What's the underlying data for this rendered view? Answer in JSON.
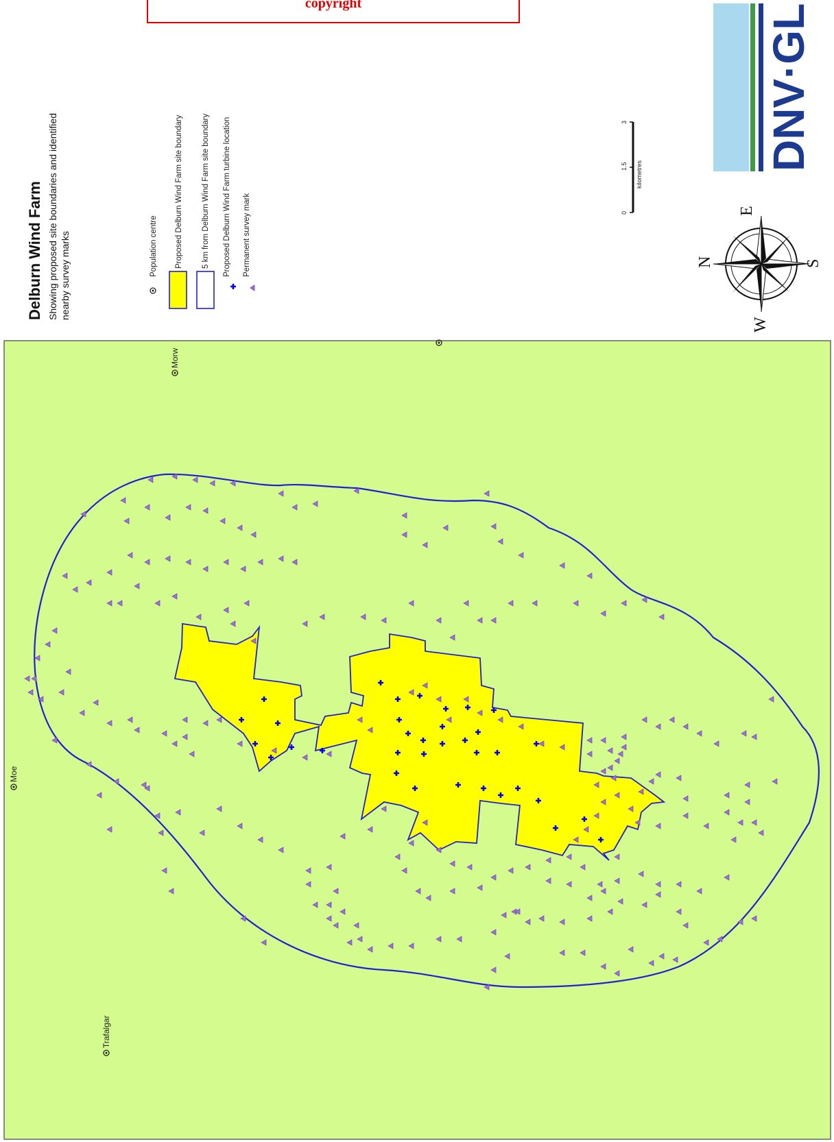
{
  "banner": {
    "text": "copyright"
  },
  "title": {
    "main": "Delburn Wind Farm",
    "subtitle_line1": "Showing proposed site boundaries and identified",
    "subtitle_line2": "nearby survey marks"
  },
  "legend": {
    "items": [
      {
        "label": "Population centre",
        "symbol": "population-centre"
      },
      {
        "label": "Proposed Delburn Wind Farm site boundary",
        "symbol": "site-fill",
        "color": "#ffff00"
      },
      {
        "label": "5 km from Delburn Wind Farm site boundary",
        "symbol": "buffer-outline",
        "color": "#1f1fd6"
      },
      {
        "label": "Proposed Delburn Wind Farm turbine location",
        "symbol": "turbine-cross",
        "color": "#0000ee"
      },
      {
        "label": "Permanent survey mark",
        "symbol": "survey-triangle",
        "color": "#a070d8"
      }
    ]
  },
  "scale_bar": {
    "ticks": [
      "0",
      "1.5",
      "3"
    ],
    "unit": "kilometres"
  },
  "compass": {
    "n": "N",
    "e": "E",
    "s": "S",
    "w": "W"
  },
  "logo": {
    "text": "DNV·GL",
    "stripe_colors": [
      "#a9d8ef",
      "#3f9a4a",
      "#1c3a8f"
    ]
  },
  "places": [
    {
      "name": "Morw"
    },
    {
      "name": "Moe"
    },
    {
      "name": "Trafalgar"
    }
  ],
  "colors": {
    "land": "#d4fb8e",
    "site": "#ffff00",
    "buffer": "#1f1fd6",
    "turbine": "#0000ee",
    "survey": "#a070d8"
  }
}
